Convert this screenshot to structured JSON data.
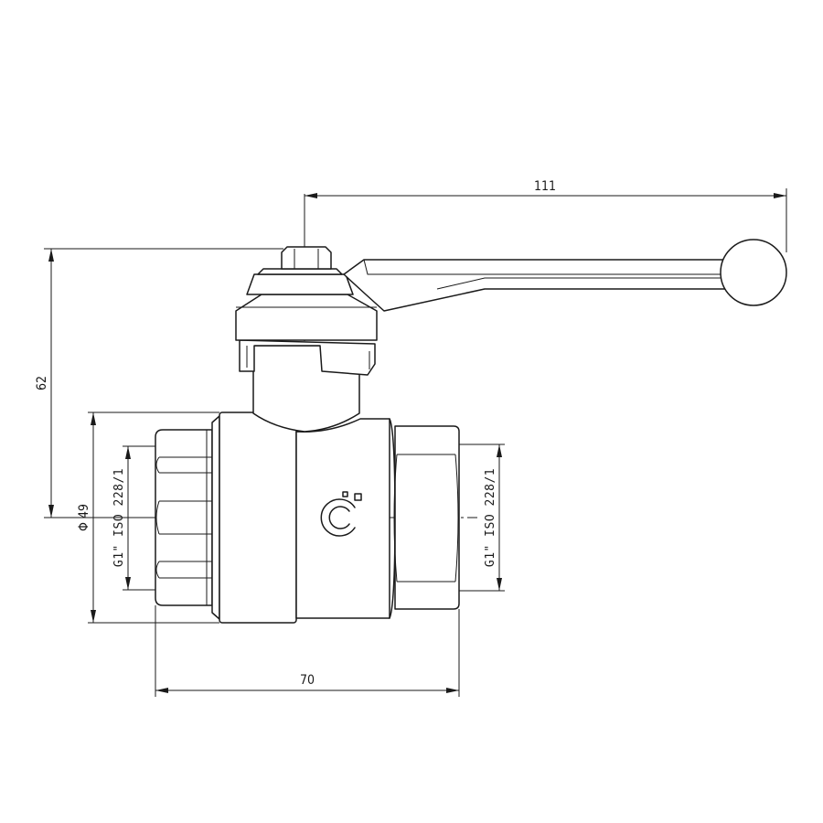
{
  "dimensions": {
    "lever_length": "111",
    "height": "62",
    "body_diameter": "Φ 49",
    "body_length": "70"
  },
  "threads": {
    "left": "G1\" ISO 228/1",
    "right": "G1\" ISO 228/1"
  },
  "icons": {
    "logo": "manufacturer-logo-icon"
  }
}
